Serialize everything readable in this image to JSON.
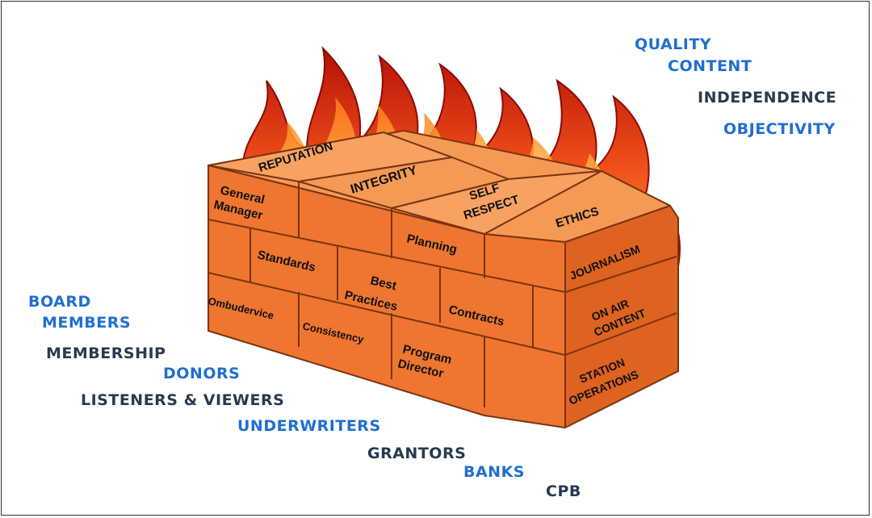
{
  "colors": {
    "blue_label": "#1f6fd0",
    "navy_label": "#283a52",
    "brick_front": "#ef7a32",
    "brick_top": "#f6a05a",
    "brick_side": "#d95f1c",
    "mortar": "#8b3a12",
    "flame_outer": "#c8190f",
    "flame_inner": "#ff8a1e"
  },
  "values_cloud": [
    "QUALITY",
    "CONTENT",
    "INDEPENDENCE",
    "OBJECTIVITY"
  ],
  "stakeholders": [
    "BOARD",
    "MEMBERS",
    "MEMBERSHIP",
    "DONORS",
    "LISTENERS & VIEWERS",
    "UNDERWRITERS",
    "GRANTORS",
    "BANKS",
    "CPB"
  ],
  "wall": {
    "top_row": [
      "REPUTATION",
      "INTEGRITY",
      "SELF",
      "RESPECT",
      "ETHICS"
    ],
    "front": [
      "General",
      "Manager",
      "Planning",
      "Standards",
      "Best",
      "Practices",
      "Contracts",
      "Ombudervice",
      "Consistency",
      "Program",
      "Director"
    ],
    "side": [
      "JOURNALISM",
      "ON AIR",
      "CONTENT",
      "STATION",
      "OPERATIONS"
    ]
  }
}
